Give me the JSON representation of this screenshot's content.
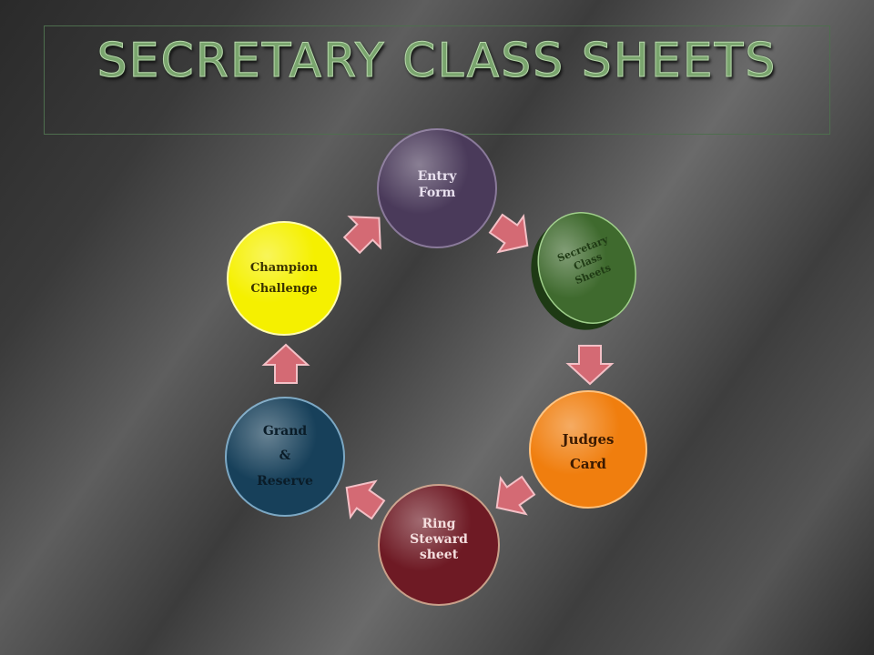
{
  "title": "SECRETARY CLASS SHEETS",
  "nodes": [
    {
      "id": "entry-form",
      "lines": [
        "Entry",
        "Form"
      ],
      "fill": "#4a3a5a",
      "text": "#e8e0ee"
    },
    {
      "id": "secretary-class-sheets",
      "lines": [
        "Secretary",
        "Class",
        "Sheets"
      ],
      "fill": "#3f6a2e",
      "text": "#1f3a14"
    },
    {
      "id": "judges-card",
      "lines": [
        "Judges",
        "Card"
      ],
      "fill": "#f07e0e",
      "text": "#3b1a00"
    },
    {
      "id": "ring-steward-sheet",
      "lines": [
        "Ring",
        "Steward",
        "sheet"
      ],
      "fill": "#6e1a24",
      "text": "#f4dede"
    },
    {
      "id": "grand-reserve",
      "lines": [
        "Grand",
        "&",
        "Reserve"
      ],
      "fill": "#17405a",
      "text": "#0a1c28"
    },
    {
      "id": "champion-challenge",
      "lines": [
        "Champion",
        "Challenge"
      ],
      "fill": "#f5f000",
      "text": "#3a3200"
    }
  ],
  "colors": {
    "arrow": "#d46a74",
    "arrow_edge": "#f3c0c6",
    "title": "#7aa56e"
  }
}
